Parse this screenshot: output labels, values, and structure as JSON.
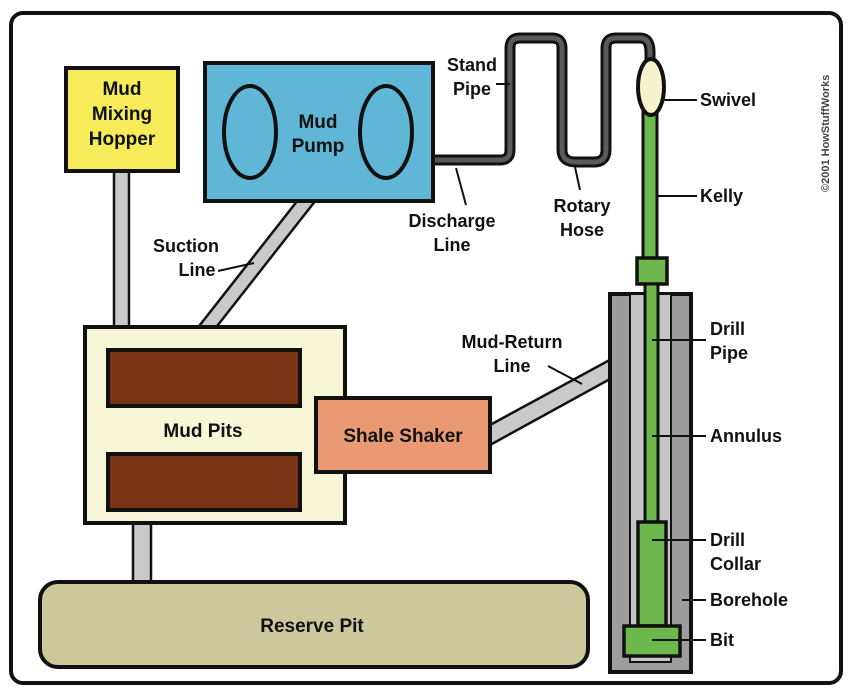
{
  "credit": "©2001 HowStuffWorks",
  "colors": {
    "frame": "#111111",
    "background": "#ffffff",
    "hopper": "#f6ec5a",
    "pump": "#5fb6d6",
    "pits": "#f7f6d7",
    "pit_fill": "#7a3516",
    "shaker": "#e99a72",
    "reserve": "#cdc89c",
    "pipe_gray": "#c9c9c9",
    "borehole": "#9d9d9d",
    "drill_green": "#6cb84d",
    "swivel": "#f5f3cc"
  },
  "components": {
    "hopper": [
      "Mud",
      "Mixing",
      "Hopper"
    ],
    "pump": [
      "Mud",
      "Pump"
    ],
    "pits": "Mud Pits",
    "shaker": "Shale Shaker",
    "reserve": "Reserve Pit"
  },
  "labels": {
    "stand_pipe": [
      "Stand",
      "Pipe"
    ],
    "swivel": "Swivel",
    "kelly": "Kelly",
    "rotary_hose": [
      "Rotary",
      "Hose"
    ],
    "discharge_line": [
      "Discharge",
      "Line"
    ],
    "suction_line": [
      "Suction",
      "Line"
    ],
    "mud_return_line": [
      "Mud-Return",
      "Line"
    ],
    "drill_pipe": [
      "Drill",
      "Pipe"
    ],
    "annulus": "Annulus",
    "drill_collar": [
      "Drill",
      "Collar"
    ],
    "borehole": "Borehole",
    "bit": "Bit"
  }
}
